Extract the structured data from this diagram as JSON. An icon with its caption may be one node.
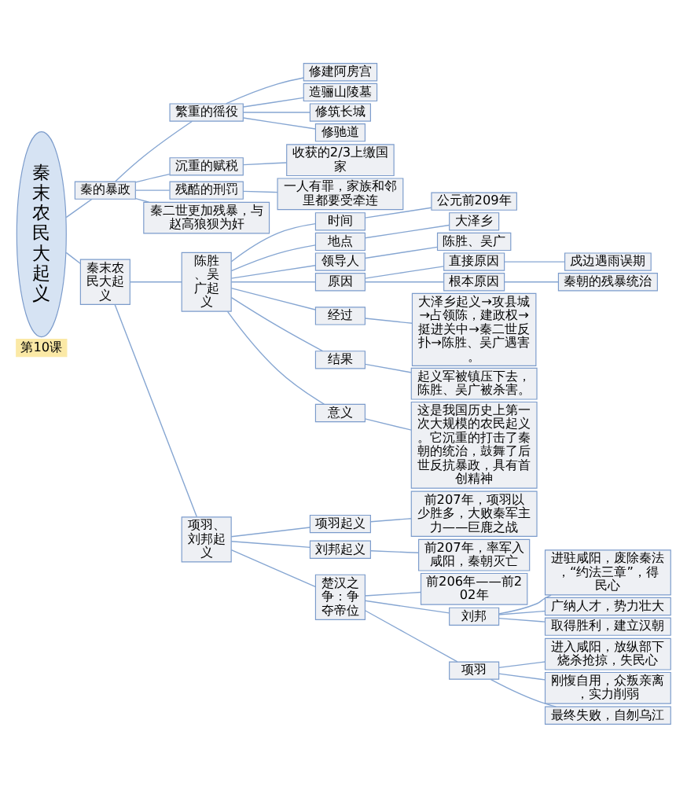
{
  "diagram": {
    "nodes": [
      {
        "text": [
          "秦末农民大起义"
        ],
        "beside": [
          "第10课"
        ]
      },
      {
        "text": [
          "秦的暴政"
        ]
      },
      {
        "text": [
          "繁重的徭役"
        ]
      },
      {
        "text": [
          "修建阿房宫"
        ]
      },
      {
        "text": [
          "造骊山陵墓"
        ]
      },
      {
        "text": [
          "修筑长城"
        ]
      },
      {
        "text": [
          "修驰道"
        ]
      },
      {
        "text": [
          "沉重的赋税"
        ]
      },
      {
        "text": [
          "收获的2/3上缴国家"
        ]
      },
      {
        "text": [
          "残酷的刑罚"
        ]
      },
      {
        "text": [
          "一人有罪，家族和邻里都要受牵连"
        ]
      },
      {
        "text": [
          "秦二世更加残暴，与赵高狼狈为奸"
        ]
      },
      {
        "text": [
          "秦末农民大起义"
        ]
      },
      {
        "text": [
          "陈胜、吴广起义"
        ]
      },
      {
        "text": [
          "时间"
        ]
      },
      {
        "text": [
          "公元前209年"
        ]
      },
      {
        "text": [
          "地点"
        ]
      },
      {
        "text": [
          "大泽乡"
        ]
      },
      {
        "text": [
          "领导人"
        ]
      },
      {
        "text": [
          "陈胜、吴广"
        ]
      },
      {
        "text": [
          "原因"
        ]
      },
      {
        "text": [
          "直接原因"
        ]
      },
      {
        "text": [
          "戍边遇雨误期"
        ]
      },
      {
        "text": [
          "根本原因"
        ]
      },
      {
        "text": [
          "秦朝的残暴统治"
        ]
      },
      {
        "text": [
          "经过"
        ]
      },
      {
        "text": [
          "大泽乡起义→攻县城→占领陈，建政权→挺进关中→秦二世反扑→陈胜、吴广遇害。"
        ]
      },
      {
        "text": [
          "结果"
        ]
      },
      {
        "text": [
          "起义军被镇压下去，陈胜、吴广被杀害。"
        ]
      },
      {
        "text": [
          "意义"
        ]
      },
      {
        "text": [
          "这是我国历史上第一次大规模的农民起义。它沉重的打击了秦朝的统治，鼓舞了后世反抗暴政，具有首创精神"
        ]
      },
      {
        "text": [
          "项羽、刘邦起义"
        ]
      },
      {
        "text": [
          "项羽起义"
        ]
      },
      {
        "text": [
          "前207年，项羽以少胜多，大败秦军主力——巨鹿之战"
        ]
      },
      {
        "text": [
          "刘邦起义"
        ]
      },
      {
        "text": [
          "前207年，率军入咸阳，秦朝灭亡"
        ]
      },
      {
        "text": [
          "楚汉之争：争夺帝位"
        ]
      },
      {
        "text": [
          "前206年——前202年"
        ]
      },
      {
        "text": [
          "刘邦"
        ]
      },
      {
        "text": [
          "进驻咸阳，废除秦法，“约法三章”，得民心"
        ]
      },
      {
        "text": [
          "广纳人才，势力壮大"
        ]
      },
      {
        "text": [
          "取得胜利，建立汉朝"
        ]
      },
      {
        "text": [
          "项羽"
        ]
      },
      {
        "text": [
          "进入咸阳，放纵部下烧杀抢掠，失民心"
        ]
      },
      {
        "text": [
          "刚愎自用，众叛亲离，实力削弱"
        ]
      },
      {
        "text": [
          "最终失败，自刎乌江"
        ]
      }
    ],
    "edges": [
      {
        "from": 0,
        "to": 1,
        "arrow": "none"
      },
      {
        "from": 1,
        "to": 2,
        "arrow": "none"
      },
      {
        "from": 2,
        "to": 3,
        "arrow": "none"
      },
      {
        "from": 2,
        "to": 4,
        "arrow": "none"
      },
      {
        "from": 2,
        "to": 5,
        "arrow": "none"
      },
      {
        "from": 2,
        "to": 6,
        "arrow": "none"
      },
      {
        "from": 1,
        "to": 7,
        "arrow": "none"
      },
      {
        "from": 7,
        "to": 8,
        "arrow": "none"
      },
      {
        "from": 1,
        "to": 9,
        "arrow": "none"
      },
      {
        "from": 9,
        "to": 10,
        "arrow": "none"
      },
      {
        "from": 1,
        "to": 11,
        "arrow": "none"
      },
      {
        "from": 0,
        "to": 12,
        "arrow": "none"
      },
      {
        "from": 12,
        "to": 13,
        "arrow": "none"
      },
      {
        "from": 13,
        "to": 14,
        "arrow": "none"
      },
      {
        "from": 14,
        "to": 15,
        "arrow": "none"
      },
      {
        "from": 13,
        "to": 16,
        "arrow": "none"
      },
      {
        "from": 16,
        "to": 17,
        "arrow": "none"
      },
      {
        "from": 13,
        "to": 18,
        "arrow": "none"
      },
      {
        "from": 18,
        "to": 19,
        "arrow": "none"
      },
      {
        "from": 13,
        "to": 20,
        "arrow": "none"
      },
      {
        "from": 20,
        "to": 21,
        "arrow": "none"
      },
      {
        "from": 21,
        "to": 22,
        "arrow": "none"
      },
      {
        "from": 20,
        "to": 23,
        "arrow": "none"
      },
      {
        "from": 23,
        "to": 24,
        "arrow": "none"
      },
      {
        "from": 13,
        "to": 25,
        "arrow": "none"
      },
      {
        "from": 25,
        "to": 26,
        "arrow": "none"
      },
      {
        "from": 13,
        "to": 27,
        "arrow": "none"
      },
      {
        "from": 27,
        "to": 28,
        "arrow": "none"
      },
      {
        "from": 13,
        "to": 29,
        "arrow": "none"
      },
      {
        "from": 29,
        "to": 30,
        "arrow": "none"
      },
      {
        "from": 12,
        "to": 31,
        "arrow": "none"
      },
      {
        "from": 31,
        "to": 32,
        "arrow": "none"
      },
      {
        "from": 32,
        "to": 33,
        "arrow": "none"
      },
      {
        "from": 31,
        "to": 34,
        "arrow": "none"
      },
      {
        "from": 34,
        "to": 35,
        "arrow": "none"
      },
      {
        "from": 31,
        "to": 36,
        "arrow": "none"
      },
      {
        "from": 36,
        "to": 37,
        "arrow": "none"
      },
      {
        "from": 36,
        "to": 38,
        "arrow": "none"
      },
      {
        "from": 38,
        "to": 39,
        "arrow": "none"
      },
      {
        "from": 38,
        "to": 40,
        "arrow": "none"
      },
      {
        "from": 38,
        "to": 41,
        "arrow": "none"
      },
      {
        "from": 36,
        "to": 42,
        "arrow": "none"
      },
      {
        "from": 42,
        "to": 43,
        "arrow": "none"
      },
      {
        "from": 42,
        "to": 44,
        "arrow": "none"
      },
      {
        "from": 42,
        "to": 45,
        "arrow": "none"
      }
    ]
  }
}
